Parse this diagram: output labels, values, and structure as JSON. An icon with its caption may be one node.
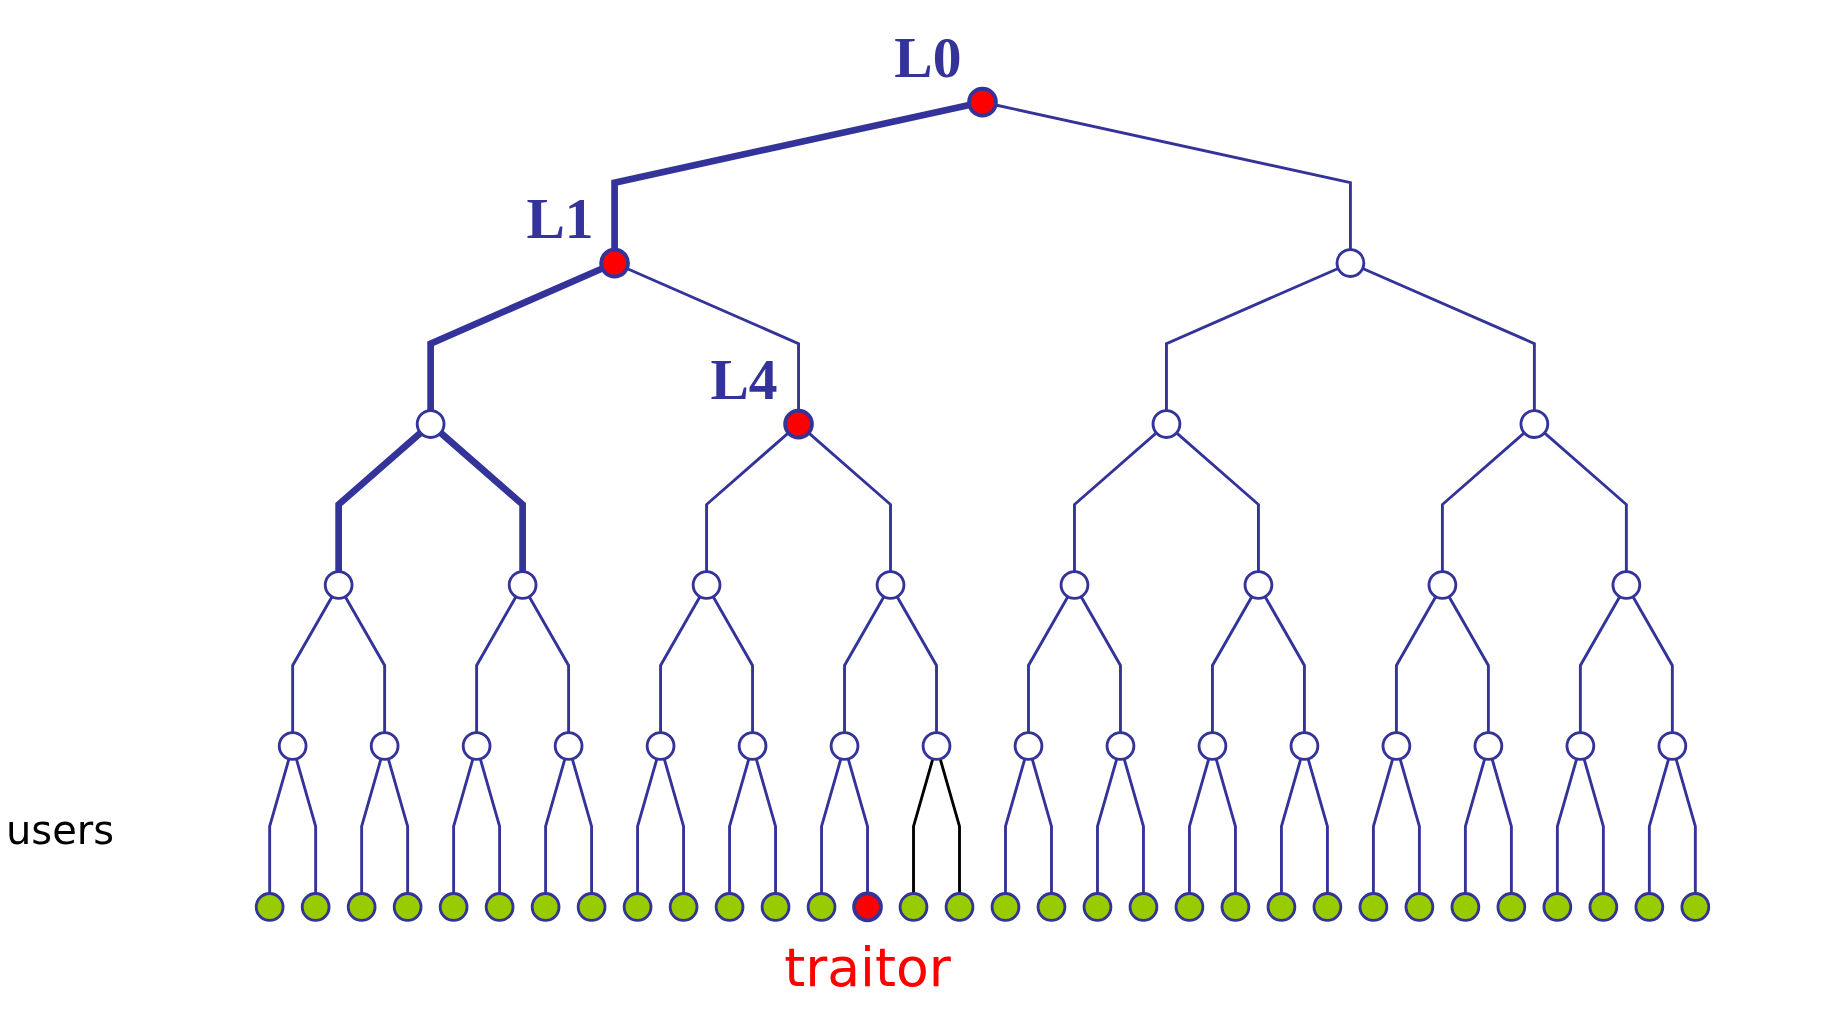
{
  "diagram": {
    "nodes": [
      {
        "text": [],
        "shape": "circle",
        "beside": [
          "L0"
        ]
      },
      {
        "text": [],
        "shape": "circle",
        "beside": [
          "L1"
        ]
      },
      {
        "text": [],
        "shape": "circle"
      },
      {
        "text": [],
        "shape": "circle"
      },
      {
        "text": [],
        "shape": "circle",
        "beside": [
          "L4"
        ]
      },
      {
        "text": [],
        "shape": "circle"
      },
      {
        "text": [],
        "shape": "circle"
      },
      {
        "text": [],
        "shape": "circle"
      },
      {
        "text": [],
        "shape": "circle"
      },
      {
        "text": [],
        "shape": "circle"
      },
      {
        "text": [],
        "shape": "circle"
      },
      {
        "text": [],
        "shape": "circle"
      },
      {
        "text": [],
        "shape": "circle"
      },
      {
        "text": [],
        "shape": "circle"
      },
      {
        "text": [],
        "shape": "circle"
      },
      {
        "text": [],
        "shape": "circle"
      },
      {
        "text": [],
        "shape": "circle"
      },
      {
        "text": [],
        "shape": "circle"
      },
      {
        "text": [],
        "shape": "circle"
      },
      {
        "text": [],
        "shape": "circle"
      },
      {
        "text": [],
        "shape": "circle"
      },
      {
        "text": [],
        "shape": "circle"
      },
      {
        "text": [],
        "shape": "circle"
      },
      {
        "text": [],
        "shape": "circle"
      },
      {
        "text": [],
        "shape": "circle"
      },
      {
        "text": [],
        "shape": "circle"
      },
      {
        "text": [],
        "shape": "circle"
      },
      {
        "text": [],
        "shape": "circle"
      },
      {
        "text": [],
        "shape": "circle"
      },
      {
        "text": [],
        "shape": "circle"
      },
      {
        "text": [],
        "shape": "circle"
      },
      {
        "text": [],
        "shape": "circle"
      },
      {
        "text": [],
        "shape": "circle"
      },
      {
        "text": [],
        "shape": "circle"
      },
      {
        "text": [],
        "shape": "circle"
      },
      {
        "text": [],
        "shape": "circle"
      },
      {
        "text": [],
        "shape": "circle"
      },
      {
        "text": [],
        "shape": "circle"
      },
      {
        "text": [],
        "shape": "circle"
      },
      {
        "text": [],
        "shape": "circle"
      },
      {
        "text": [],
        "shape": "circle"
      },
      {
        "text": [],
        "shape": "circle"
      },
      {
        "text": [],
        "shape": "circle"
      },
      {
        "text": [],
        "shape": "circle"
      },
      {
        "text": [],
        "shape": "circle",
        "beside": [
          "traitor"
        ]
      },
      {
        "text": [],
        "shape": "circle"
      },
      {
        "text": [],
        "shape": "circle"
      },
      {
        "text": [],
        "shape": "circle"
      },
      {
        "text": [],
        "shape": "circle"
      },
      {
        "text": [],
        "shape": "circle"
      },
      {
        "text": [],
        "shape": "circle"
      },
      {
        "text": [],
        "shape": "circle"
      },
      {
        "text": [],
        "shape": "circle"
      },
      {
        "text": [],
        "shape": "circle"
      },
      {
        "text": [],
        "shape": "circle"
      },
      {
        "text": [],
        "shape": "circle"
      },
      {
        "text": [],
        "shape": "circle"
      },
      {
        "text": [],
        "shape": "circle"
      },
      {
        "text": [],
        "shape": "circle"
      },
      {
        "text": [],
        "shape": "circle"
      },
      {
        "text": [],
        "shape": "circle"
      },
      {
        "text": [],
        "shape": "circle"
      },
      {
        "text": [],
        "shape": "circle"
      }
    ],
    "edges": [
      {
        "from": 0,
        "to": 1,
        "arrow": "none",
        "style": "thick"
      },
      {
        "from": 0,
        "to": 2,
        "arrow": "none"
      },
      {
        "from": 1,
        "to": 3,
        "arrow": "none",
        "style": "thick"
      },
      {
        "from": 1,
        "to": 4,
        "arrow": "none"
      },
      {
        "from": 2,
        "to": 5,
        "arrow": "none"
      },
      {
        "from": 2,
        "to": 6,
        "arrow": "none"
      },
      {
        "from": 3,
        "to": 7,
        "arrow": "none",
        "style": "thick"
      },
      {
        "from": 3,
        "to": 8,
        "arrow": "none",
        "style": "thick"
      },
      {
        "from": 4,
        "to": 9,
        "arrow": "none"
      },
      {
        "from": 4,
        "to": 10,
        "arrow": "none"
      },
      {
        "from": 5,
        "to": 11,
        "arrow": "none"
      },
      {
        "from": 5,
        "to": 12,
        "arrow": "none"
      },
      {
        "from": 6,
        "to": 13,
        "arrow": "none"
      },
      {
        "from": 6,
        "to": 14,
        "arrow": "none"
      },
      {
        "from": 7,
        "to": 15,
        "arrow": "none"
      },
      {
        "from": 7,
        "to": 16,
        "arrow": "none"
      },
      {
        "from": 8,
        "to": 17,
        "arrow": "none"
      },
      {
        "from": 8,
        "to": 18,
        "arrow": "none"
      },
      {
        "from": 9,
        "to": 19,
        "arrow": "none"
      },
      {
        "from": 9,
        "to": 20,
        "arrow": "none"
      },
      {
        "from": 10,
        "to": 21,
        "arrow": "none"
      },
      {
        "from": 10,
        "to": 22,
        "arrow": "none"
      },
      {
        "from": 11,
        "to": 23,
        "arrow": "none"
      },
      {
        "from": 11,
        "to": 24,
        "arrow": "none"
      },
      {
        "from": 12,
        "to": 25,
        "arrow": "none"
      },
      {
        "from": 12,
        "to": 26,
        "arrow": "none"
      },
      {
        "from": 13,
        "to": 27,
        "arrow": "none"
      },
      {
        "from": 13,
        "to": 28,
        "arrow": "none"
      },
      {
        "from": 14,
        "to": 29,
        "arrow": "none"
      },
      {
        "from": 14,
        "to": 30,
        "arrow": "none"
      },
      {
        "from": 15,
        "to": 31,
        "arrow": "none"
      },
      {
        "from": 15,
        "to": 32,
        "arrow": "none"
      },
      {
        "from": 16,
        "to": 33,
        "arrow": "none"
      },
      {
        "from": 16,
        "to": 34,
        "arrow": "none"
      },
      {
        "from": 17,
        "to": 35,
        "arrow": "none"
      },
      {
        "from": 17,
        "to": 36,
        "arrow": "none"
      },
      {
        "from": 18,
        "to": 37,
        "arrow": "none"
      },
      {
        "from": 18,
        "to": 38,
        "arrow": "none"
      },
      {
        "from": 19,
        "to": 39,
        "arrow": "none"
      },
      {
        "from": 19,
        "to": 40,
        "arrow": "none"
      },
      {
        "from": 20,
        "to": 41,
        "arrow": "none"
      },
      {
        "from": 20,
        "to": 42,
        "arrow": "none"
      },
      {
        "from": 21,
        "to": 43,
        "arrow": "none"
      },
      {
        "from": 21,
        "to": 44,
        "arrow": "none"
      },
      {
        "from": 22,
        "to": 45,
        "arrow": "none",
        "color": "#000000"
      },
      {
        "from": 22,
        "to": 46,
        "arrow": "none",
        "color": "#000000"
      },
      {
        "from": 23,
        "to": 47,
        "arrow": "none"
      },
      {
        "from": 23,
        "to": 48,
        "arrow": "none"
      },
      {
        "from": 24,
        "to": 49,
        "arrow": "none"
      },
      {
        "from": 24,
        "to": 50,
        "arrow": "none"
      },
      {
        "from": 25,
        "to": 51,
        "arrow": "none"
      },
      {
        "from": 25,
        "to": 52,
        "arrow": "none"
      },
      {
        "from": 26,
        "to": 53,
        "arrow": "none"
      },
      {
        "from": 26,
        "to": 54,
        "arrow": "none"
      },
      {
        "from": 27,
        "to": 55,
        "arrow": "none"
      },
      {
        "from": 27,
        "to": 56,
        "arrow": "none"
      },
      {
        "from": 28,
        "to": 57,
        "arrow": "none"
      },
      {
        "from": 28,
        "to": 58,
        "arrow": "none"
      },
      {
        "from": 29,
        "to": 59,
        "arrow": "none"
      },
      {
        "from": 29,
        "to": 60,
        "arrow": "none"
      },
      {
        "from": 30,
        "to": 61,
        "arrow": "none"
      },
      {
        "from": 30,
        "to": 62,
        "arrow": "none"
      }
    ],
    "labels": [
      "users"
    ]
  }
}
